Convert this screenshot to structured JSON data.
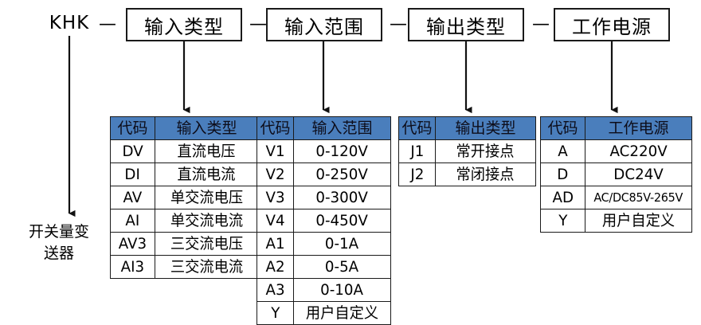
{
  "diagram": {
    "prefix": "KHK",
    "separator": "—",
    "leaf_label_line1": "开关量变",
    "leaf_label_line2": "送器",
    "header_color": "#4a7ebc",
    "line_color": "#1a1a1a",
    "background": "#ffffff"
  },
  "segments": [
    {
      "label": "输入类型"
    },
    {
      "label": "输入范围"
    },
    {
      "label": "输出类型"
    },
    {
      "label": "工作电源"
    }
  ],
  "tables": [
    {
      "name": "input-type",
      "headers": [
        "代码",
        "输入类型"
      ],
      "rows": [
        [
          "DV",
          "直流电压"
        ],
        [
          "DI",
          "直流电流"
        ],
        [
          "AV",
          "单交流电压"
        ],
        [
          "AI",
          "单交流电流"
        ],
        [
          "AV3",
          "三交流电压"
        ],
        [
          "AI3",
          "三交流电流"
        ]
      ]
    },
    {
      "name": "input-range",
      "headers": [
        "代码",
        "输入范围"
      ],
      "rows": [
        [
          "V1",
          "0-120V"
        ],
        [
          "V2",
          "0-250V"
        ],
        [
          "V3",
          "0-300V"
        ],
        [
          "V4",
          "0-450V"
        ],
        [
          "A1",
          "0-1A"
        ],
        [
          "A2",
          "0-5A"
        ],
        [
          "A3",
          "0-10A"
        ],
        [
          "Y",
          "用户自定义"
        ]
      ]
    },
    {
      "name": "output-type",
      "headers": [
        "代码",
        "输出类型"
      ],
      "rows": [
        [
          "J1",
          "常开接点"
        ],
        [
          "J2",
          "常闭接点"
        ]
      ]
    },
    {
      "name": "power-supply",
      "headers": [
        "代码",
        "工作电源"
      ],
      "rows": [
        [
          "A",
          "AC220V"
        ],
        [
          "D",
          "DC24V"
        ],
        [
          "AD",
          "AC/DC85V-265V"
        ],
        [
          "Y",
          "用户自定义"
        ]
      ]
    }
  ]
}
